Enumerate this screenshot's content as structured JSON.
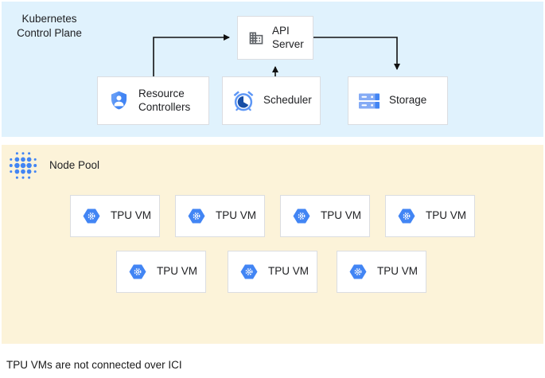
{
  "diagram": {
    "caption": "TPU VMs are not connected over ICI",
    "control_plane": {
      "label": "Kubernetes Control Plane",
      "nodes": {
        "api_server": {
          "label": "API Server",
          "icon": "building-icon"
        },
        "resource_controllers": {
          "label": "Resource Controllers",
          "icon": "shield-user-icon"
        },
        "scheduler": {
          "label": "Scheduler",
          "icon": "alarm-clock-icon"
        },
        "storage": {
          "label": "Storage",
          "icon": "disk-stack-icon"
        }
      },
      "connections": [
        {
          "from": "resource_controllers",
          "to": "api_server"
        },
        {
          "from": "scheduler",
          "to": "api_server"
        },
        {
          "from": "api_server",
          "to": "storage"
        }
      ]
    },
    "node_pool": {
      "label": "Node Pool",
      "icon": "dot-cluster-icon",
      "vms": {
        "label": "TPU VM",
        "count": 7,
        "rows": [
          4,
          3
        ],
        "icon": "hexagon-gear-icon"
      }
    },
    "colors": {
      "control_plane_bg": "#E0F2FD",
      "node_pool_bg": "#FCF3D9",
      "box_border": "#DBDDE1",
      "google_blue": "#4285F4",
      "light_blue": "#85ABF5",
      "medium_blue": "#5E97F6",
      "navy_pie": "#174EA6",
      "icon_gray": "#5F6368",
      "text": "#202124",
      "arrow": "#111111"
    }
  }
}
